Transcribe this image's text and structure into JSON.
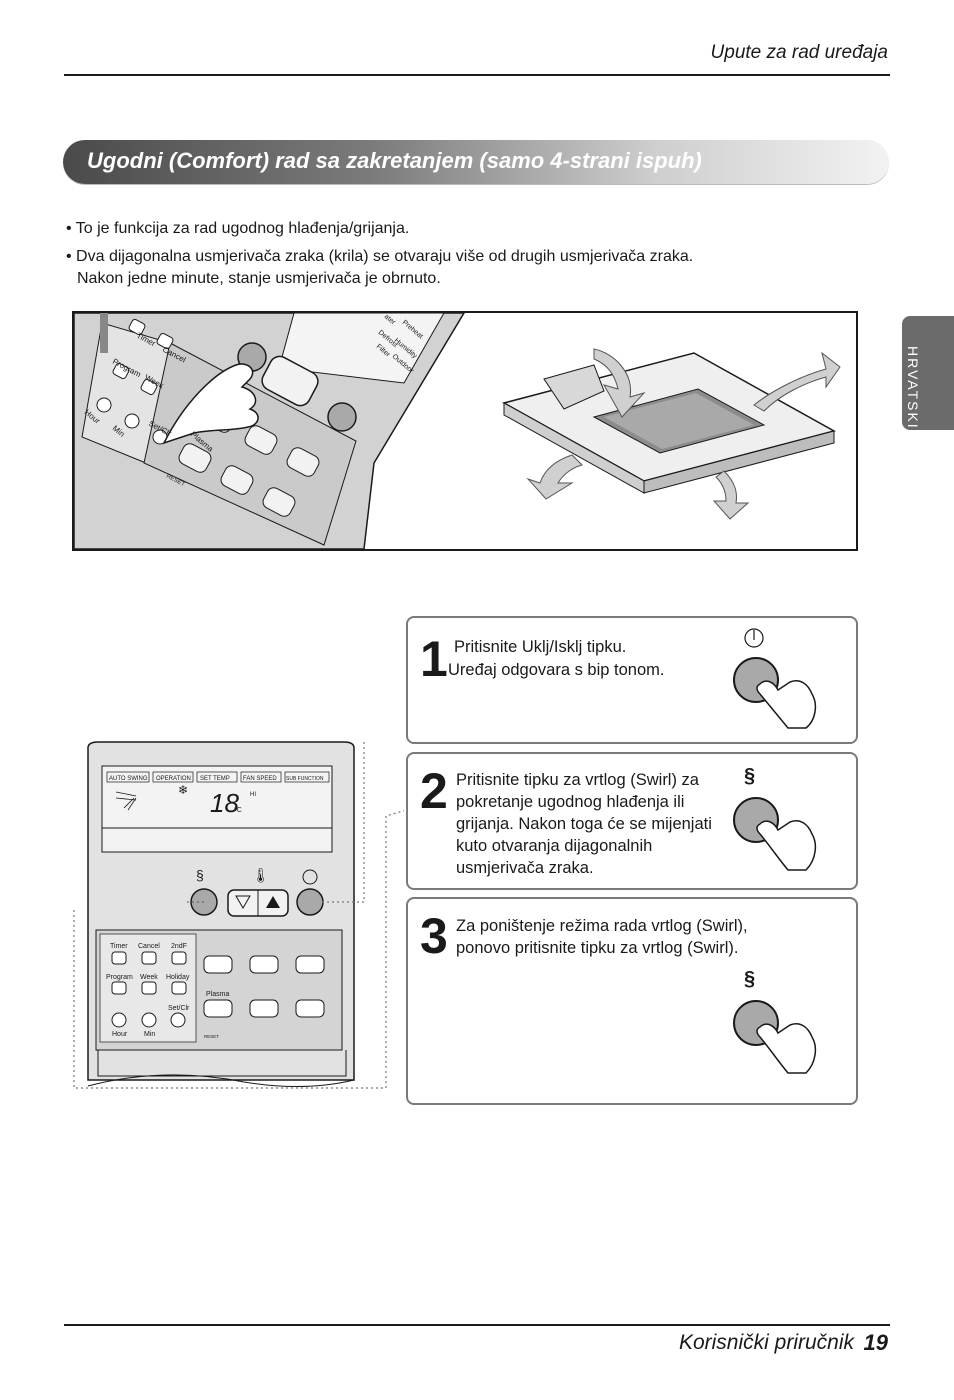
{
  "header": {
    "title": "Upute za rad uređaja"
  },
  "banner": {
    "title": "Ugodni (Comfort) rad sa zakretanjem (samo 4-strani ispuh)"
  },
  "bullets": [
    "• To je funkcija za rad ugodnog hlađenja/grijanja.",
    "• Dva dijagonalna usmjerivača zraka (krila) se otvaraju više od drugih usmjerivača zraka.",
    "Nakon jedne minute, stanje usmjerivača je obrnuto."
  ],
  "side_tab": {
    "label": "HRVATSKI"
  },
  "remote_top": {
    "labels": [
      "Timer",
      "Cancel",
      "Program",
      "Week",
      "Hour",
      "Min",
      "Set/Clr",
      "Plasma",
      "RESET"
    ],
    "display_labels": [
      "Defrost",
      "Preheat",
      "Filter",
      "Humidity",
      "Outdoor",
      "ater"
    ]
  },
  "remote_panel": {
    "tabs": [
      "AUTO SWING",
      "OPERATION",
      "SET TEMP",
      "FAN SPEED",
      "SUB FUNCTION"
    ],
    "temp": "18",
    "temp_unit": "°C",
    "fan": "HI",
    "buttons": [
      "Timer",
      "Cancel",
      "2ndF",
      "Program",
      "Week",
      "Holiday",
      "Set/Clr",
      "Hour",
      "Min",
      "Plasma",
      "RESET"
    ]
  },
  "steps": [
    {
      "num": "1",
      "lines": [
        "Pritisnite Uklj/Isklj tipku.",
        "Uređaj odgovara s bip tonom."
      ]
    },
    {
      "num": "2",
      "lines": [
        "Pritisnite tipku za vrtlog (Swirl) za",
        "pokretanje ugodnog hlađenja ili",
        "grijanja. Nakon toga će se mijenjati",
        "kuto otvaranja dijagonalnih",
        "usmjerivača zraka."
      ]
    },
    {
      "num": "3",
      "lines": [
        "Za poništenje režima rada vrtlog (Swirl),",
        "ponovo pritisnite tipku za vrtlog (Swirl)."
      ]
    }
  ],
  "footer": {
    "title": "Korisnički priručnik",
    "page": "19"
  }
}
